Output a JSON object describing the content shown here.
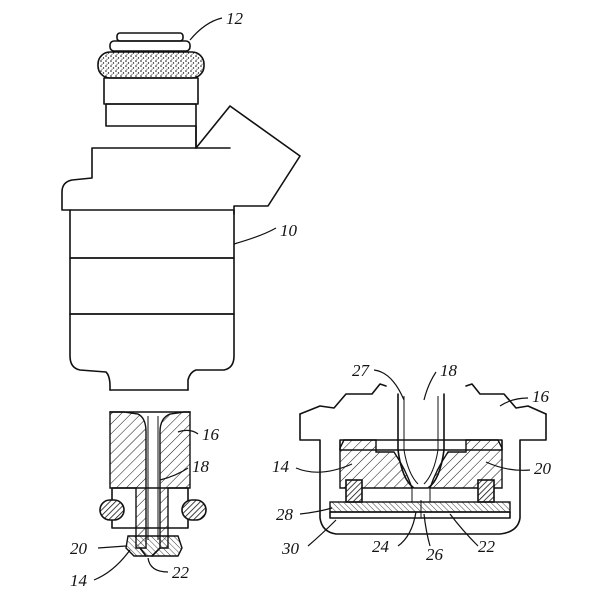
{
  "labels": {
    "ref_12": "12",
    "ref_10": "10",
    "ref_16_left": "16",
    "ref_18_left": "18",
    "ref_20_left": "20",
    "ref_14_left": "14",
    "ref_22_left": "22",
    "ref_27": "27",
    "ref_18_right": "18",
    "ref_16_right": "16",
    "ref_14_right": "14",
    "ref_20_right": "20",
    "ref_28": "28",
    "ref_30": "30",
    "ref_24": "24",
    "ref_26": "26",
    "ref_22_right": "22"
  }
}
